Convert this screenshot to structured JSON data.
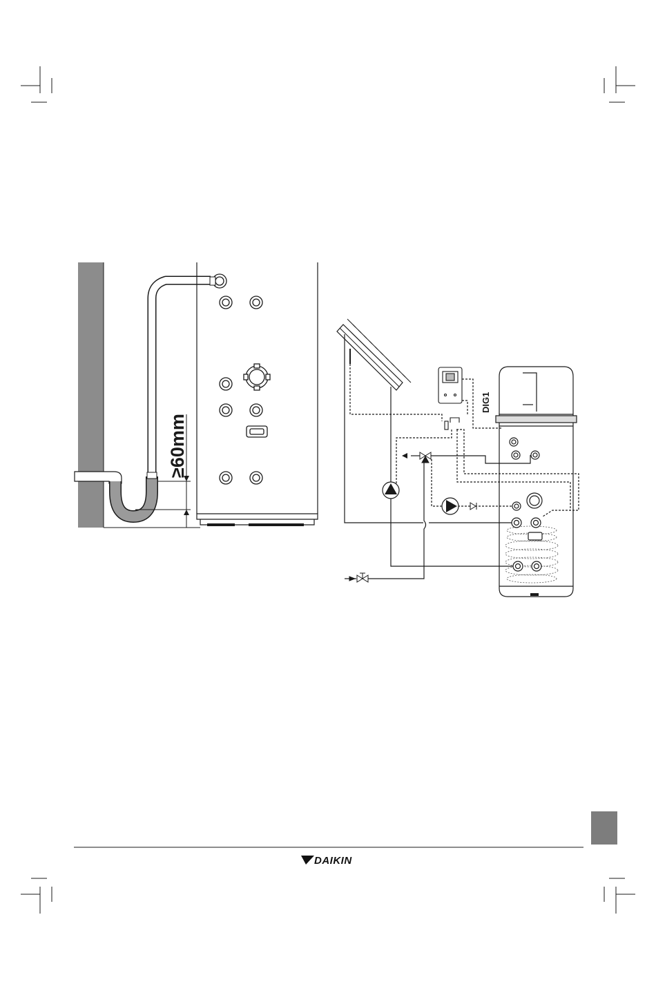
{
  "figure_left": {
    "dimension_label": "≥60mm"
  },
  "figure_right": {
    "control_label": "DIG1"
  },
  "footer": {
    "brand": "DAIKIN"
  },
  "colors": {
    "line": "#1a1a1a",
    "wall": "#8c8c8c",
    "hose": "#9a9a9a",
    "page_tab": "#7d7d7d"
  }
}
